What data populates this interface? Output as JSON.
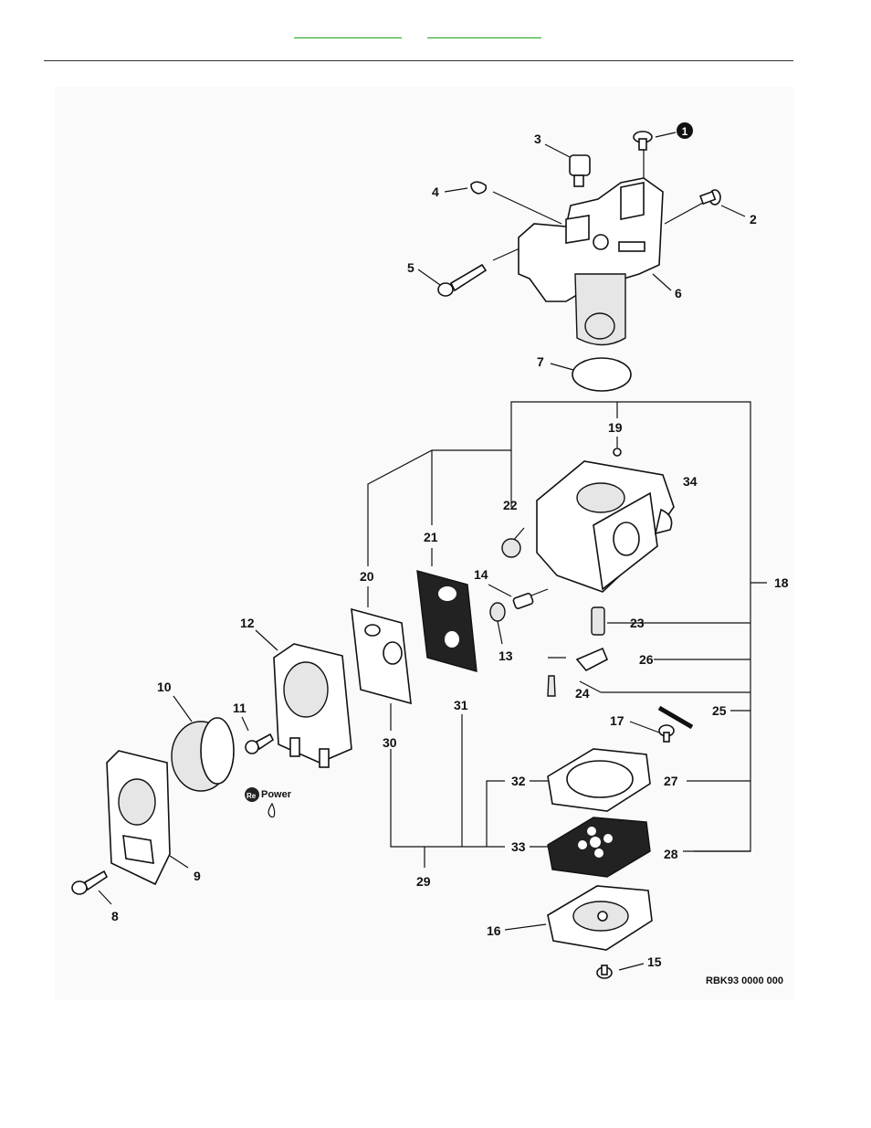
{
  "nav": {
    "link_1": "",
    "link_2": ""
  },
  "diagram": {
    "drawing_code": "RBK93 0000 000",
    "note_marker": "1",
    "labels": {
      "p2": "2",
      "p3": "3",
      "p4": "4",
      "p5": "5",
      "p6": "6",
      "p7": "7",
      "p8": "8",
      "p9": "9",
      "p10": "10",
      "p11": "11",
      "p12": "12",
      "p13": "13",
      "p14": "14",
      "p15": "15",
      "p16": "16",
      "p17": "17",
      "p18": "18",
      "p19": "19",
      "p20": "20",
      "p21": "21",
      "p22": "22",
      "p23": "23",
      "p24": "24",
      "p25": "25",
      "p26": "26",
      "p27": "27",
      "p28": "28",
      "p29": "29",
      "p30": "30",
      "p31": "31",
      "p32": "32",
      "p33": "33",
      "p34": "34"
    },
    "logo_text": {
      "brand_prefix": "Re",
      "brand_suffix": "Power"
    }
  }
}
